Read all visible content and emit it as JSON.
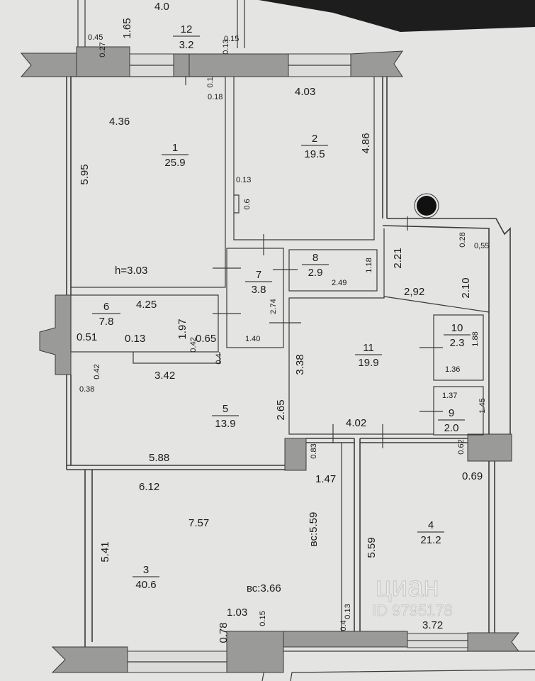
{
  "rooms": [
    {
      "num": "1",
      "area": "25.9"
    },
    {
      "num": "2",
      "area": "19.5"
    },
    {
      "num": "3",
      "area": "40.6"
    },
    {
      "num": "4",
      "area": "21.2"
    },
    {
      "num": "5",
      "area": "13.9"
    },
    {
      "num": "6",
      "area": "7.8"
    },
    {
      "num": "7",
      "area": "3.8"
    },
    {
      "num": "8",
      "area": "2.9"
    },
    {
      "num": "9",
      "area": "2.0"
    },
    {
      "num": "10",
      "area": "2.3"
    },
    {
      "num": "11",
      "area": "19.9"
    },
    {
      "num": "12",
      "area": "3.2"
    }
  ],
  "dims": {
    "top_4_0": "4.0",
    "d1_65": "1.65",
    "d0_45": "0.45",
    "d0_27": "0.27",
    "d0_15_top": "0.15",
    "d0_13_top": "0.13",
    "d0_1": "0.1",
    "d0_18": "0.18",
    "d4_03": "4.03",
    "d4_36": "4.36",
    "d5_95": "5.95",
    "d4_86": "4.86",
    "d0_13_r2": "0.13",
    "d0_6": "0.6",
    "d2_21": "2.21",
    "d0_28": "0.28",
    "d0_55": "0,55",
    "h": "h=3.03",
    "d1_18": "1.18",
    "d2_49": "2.49",
    "d2_92": "2,92",
    "d2_10": "2.10",
    "d4_25": "4.25",
    "d2_74": "2.74",
    "d1_97": "1.97",
    "d0_51": "0.51",
    "d0_13_r5": "0.13",
    "d0_42a": "0.42",
    "d0_65": "0.65",
    "d1_40": "1.40",
    "d0_4a": "0.4",
    "d0_42b": "0.42",
    "d0_38": "0.38",
    "d3_42": "3.42",
    "d3_38": "3.38",
    "d1_88": "1.88",
    "d1_36": "1.36",
    "d1_37": "1.37",
    "d1_45": "1.45",
    "d2_65": "2.65",
    "d4_02": "4.02",
    "d0_83": "0.83",
    "d0_62": "0.62",
    "d5_88": "5.88",
    "d0_69": "0.69",
    "d6_12": "6.12",
    "d1_47": "1.47",
    "d7_57": "7.57",
    "d5_41": "5.41",
    "bc5_59": "вс:5.59",
    "d5_59": "5.59",
    "bc3_66": "вс:3.66",
    "d1_03": "1.03",
    "d0_15_bot": "0.15",
    "d0_78": "0.78",
    "d0_13_bot": "0.13",
    "d0_4_bot": "0.4",
    "d3_72": "3.72"
  },
  "watermark": {
    "brand": "циан",
    "id": "ID 9795178"
  },
  "colors": {
    "paper": "#e4e4e2",
    "ink": "#1a1a1a",
    "hatch": "#9a9a98"
  }
}
